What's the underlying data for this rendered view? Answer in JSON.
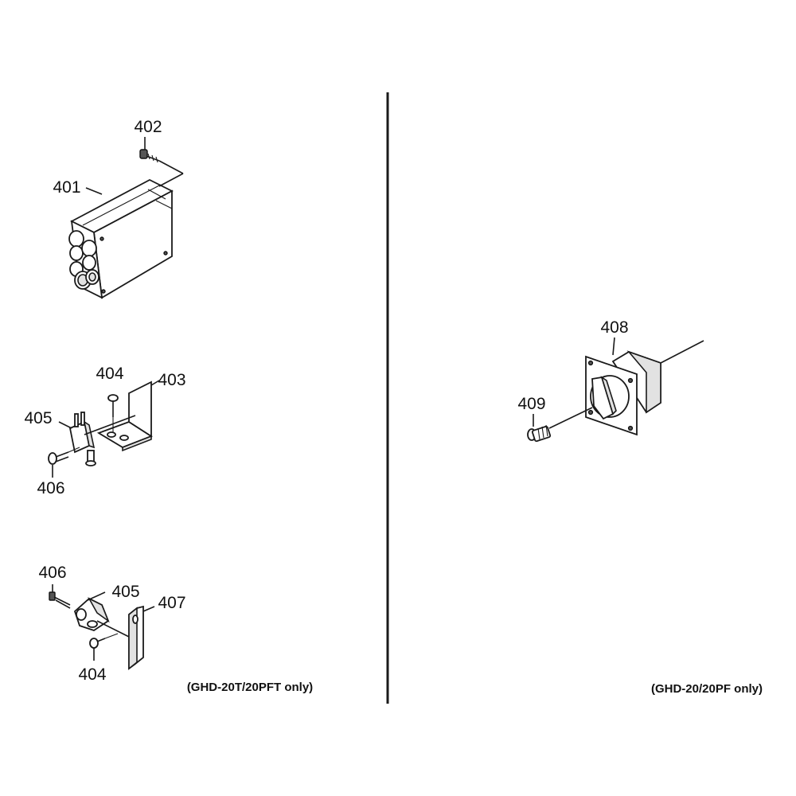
{
  "labels": {
    "p401": "401",
    "p402": "402",
    "p403": "403",
    "p404_top": "404",
    "p405_top": "405",
    "p406_top": "406",
    "p406_bottom": "406",
    "p405_bottom": "405",
    "p407": "407",
    "p404_bottom": "404",
    "p408": "408",
    "p409": "409"
  },
  "notes": {
    "left": "(GHD-20T/20PFT only)",
    "right": "(GHD-20/20PF only)"
  }
}
